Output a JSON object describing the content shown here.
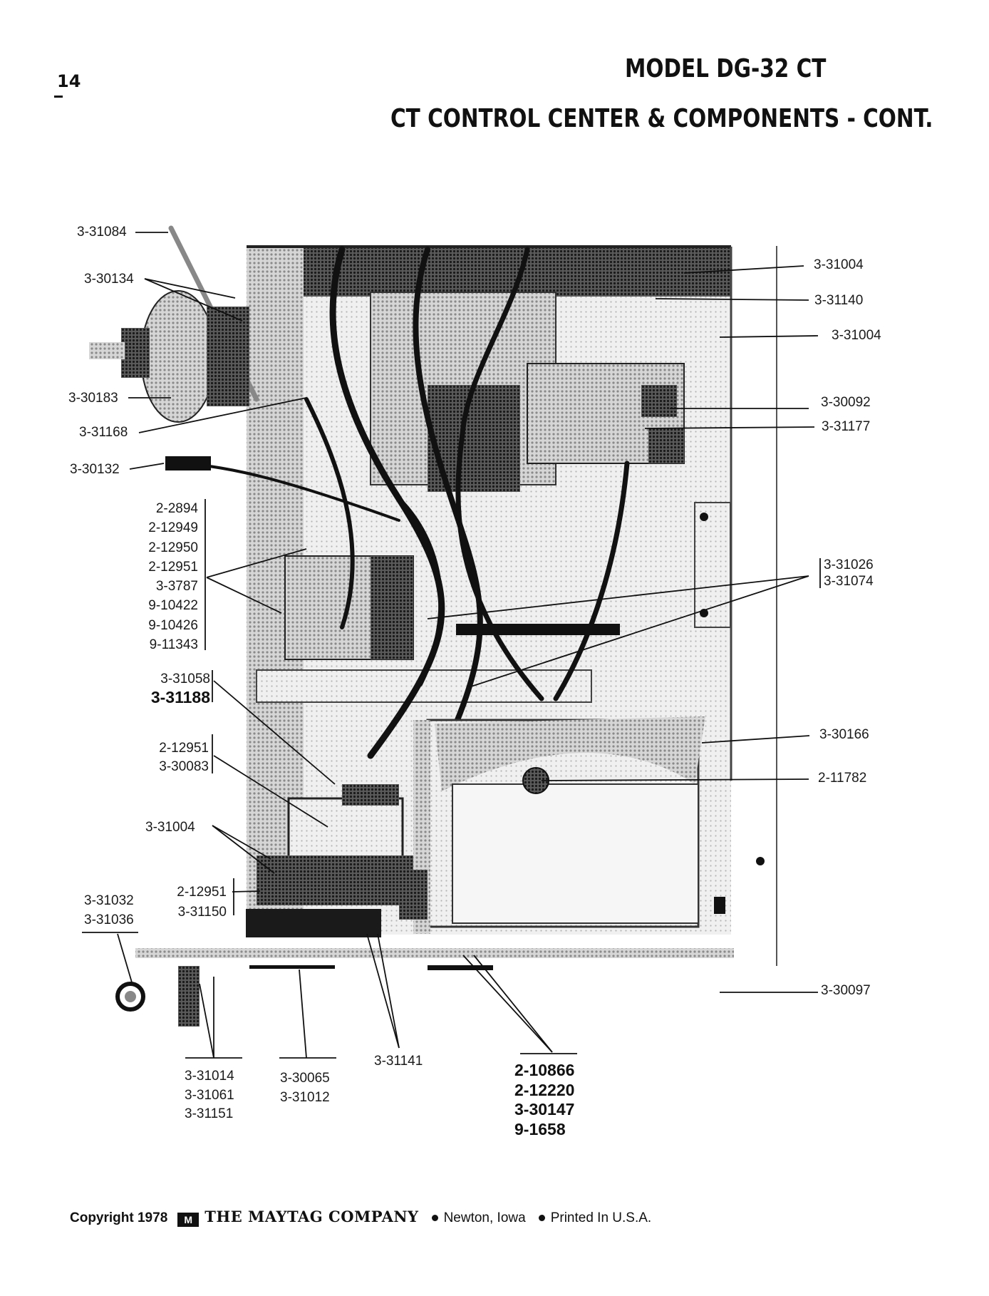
{
  "page": {
    "number": "14",
    "title": "MODEL  DG-32  CT",
    "subtitle": "CT CONTROL CENTER & COMPONENTS - CONT."
  },
  "callouts": {
    "left": {
      "c1": "3-31084",
      "c2": "3-30134",
      "c3": "3-30183",
      "c4": "3-31168",
      "c5": "3-30132",
      "group1": [
        "2-2894",
        "2-12949",
        "2-12950",
        "2-12951",
        "3-3787",
        "9-10422",
        "9-10426",
        "9-11343"
      ],
      "group2": [
        "3-31058",
        "3-31188"
      ],
      "group3": [
        "2-12951",
        "3-30083"
      ],
      "c6": "3-31004",
      "group4": [
        "2-12951",
        "3-31150"
      ],
      "group5": [
        "3-31032",
        "3-31036"
      ]
    },
    "right": {
      "r1": "3-31004",
      "r2": "3-31140",
      "r3": "3-31004",
      "r4": "3-30092",
      "r5": "3-31177",
      "group6": [
        "3-31026",
        "3-31074"
      ],
      "r6": "3-30166",
      "r7": "2-11782",
      "r8": "3-30097"
    },
    "bottom": {
      "group7": [
        "3-31014",
        "3-31061",
        "3-31151"
      ],
      "group8": [
        "3-30065",
        "3-31012"
      ],
      "b1": "3-31141",
      "group9": [
        "2-10866",
        "2-12220",
        "3-30147",
        "9-1658"
      ]
    }
  },
  "footer": {
    "copyright": "Copyright 1978",
    "logo": "M",
    "company": "THE MAYTAG COMPANY",
    "location": "Newton, Iowa",
    "printed": "Printed In U.S.A."
  }
}
